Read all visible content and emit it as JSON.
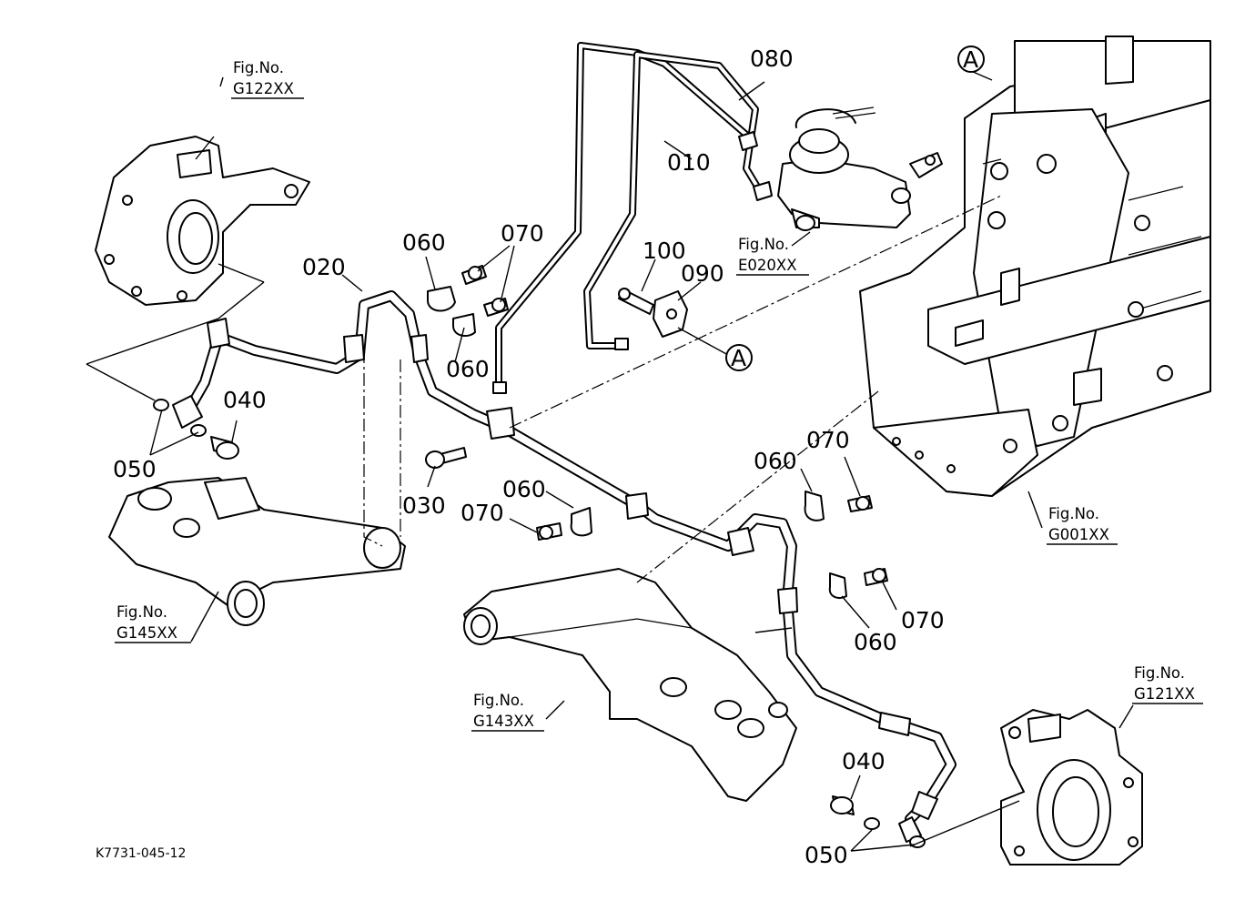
{
  "diagram_id": "K7731-045-12",
  "view_markers": {
    "a_top": "A",
    "a_mid": "A"
  },
  "part_numbers": {
    "p010": "010",
    "p020": "020",
    "p030": "030",
    "p040_left": "040",
    "p040_right": "040",
    "p050_left": "050",
    "p050_right": "050",
    "p060_a": "060",
    "p060_b": "060",
    "p060_c": "060",
    "p060_d": "060",
    "p060_e": "060",
    "p070_a": "070",
    "p070_b": "070",
    "p070_c": "070",
    "p070_d": "070",
    "p080": "080",
    "p090": "090",
    "p100": "100"
  },
  "figure_refs": {
    "g122": {
      "prefix": "Fig.No.",
      "code": "G122XX"
    },
    "e020": {
      "prefix": "Fig.No.",
      "code": "E020XX"
    },
    "g001": {
      "prefix": "Fig.No.",
      "code": "G001XX"
    },
    "g145": {
      "prefix": "Fig.No.",
      "code": "G145XX"
    },
    "g143": {
      "prefix": "Fig.No.",
      "code": "G143XX"
    },
    "g121": {
      "prefix": "Fig.No.",
      "code": "G121XX"
    }
  }
}
